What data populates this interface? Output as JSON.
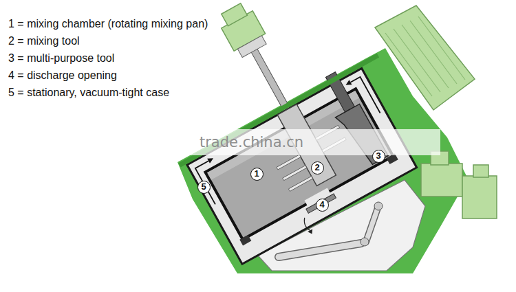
{
  "diagram": {
    "labels": [
      "1 = mixing chamber (rotating mixing pan)",
      "2 = mixing tool",
      "3 = multi-purpose tool",
      "4 = discharge opening",
      "5 = stationary, vacuum-tight case",
      "1",
      "2",
      "3",
      "4",
      "5",
      "trade.china.cn"
    ]
  }
}
